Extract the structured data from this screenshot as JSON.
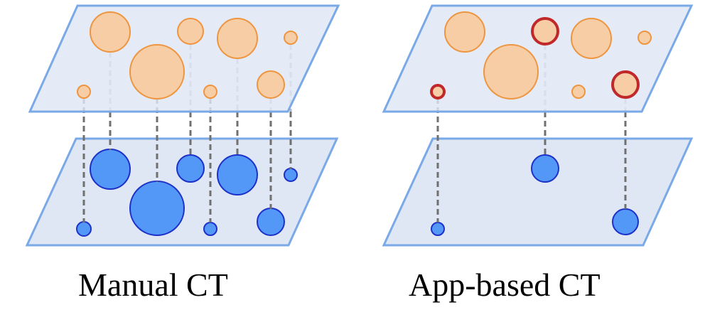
{
  "captions": {
    "left": "Manual CT",
    "right": "App-based CT"
  },
  "colors": {
    "plane_fill": "#dfe6f4",
    "plane_stroke": "#7aa9e8",
    "orange_fill": "#f7cda6",
    "orange_stroke": "#ee9540",
    "highlight_stroke": "#c0282a",
    "blue_fill": "#5398f7",
    "blue_stroke": "#1d31c9",
    "connector": "#707070",
    "connector_faded": "#b4b9c4"
  },
  "panels": [
    {
      "name": "manual-ct",
      "top_circles": 8,
      "bottom_circles": 8,
      "connections": 8
    },
    {
      "name": "app-based-ct",
      "top_circles": 8,
      "bottom_circles": 3,
      "connections": 3
    }
  ]
}
